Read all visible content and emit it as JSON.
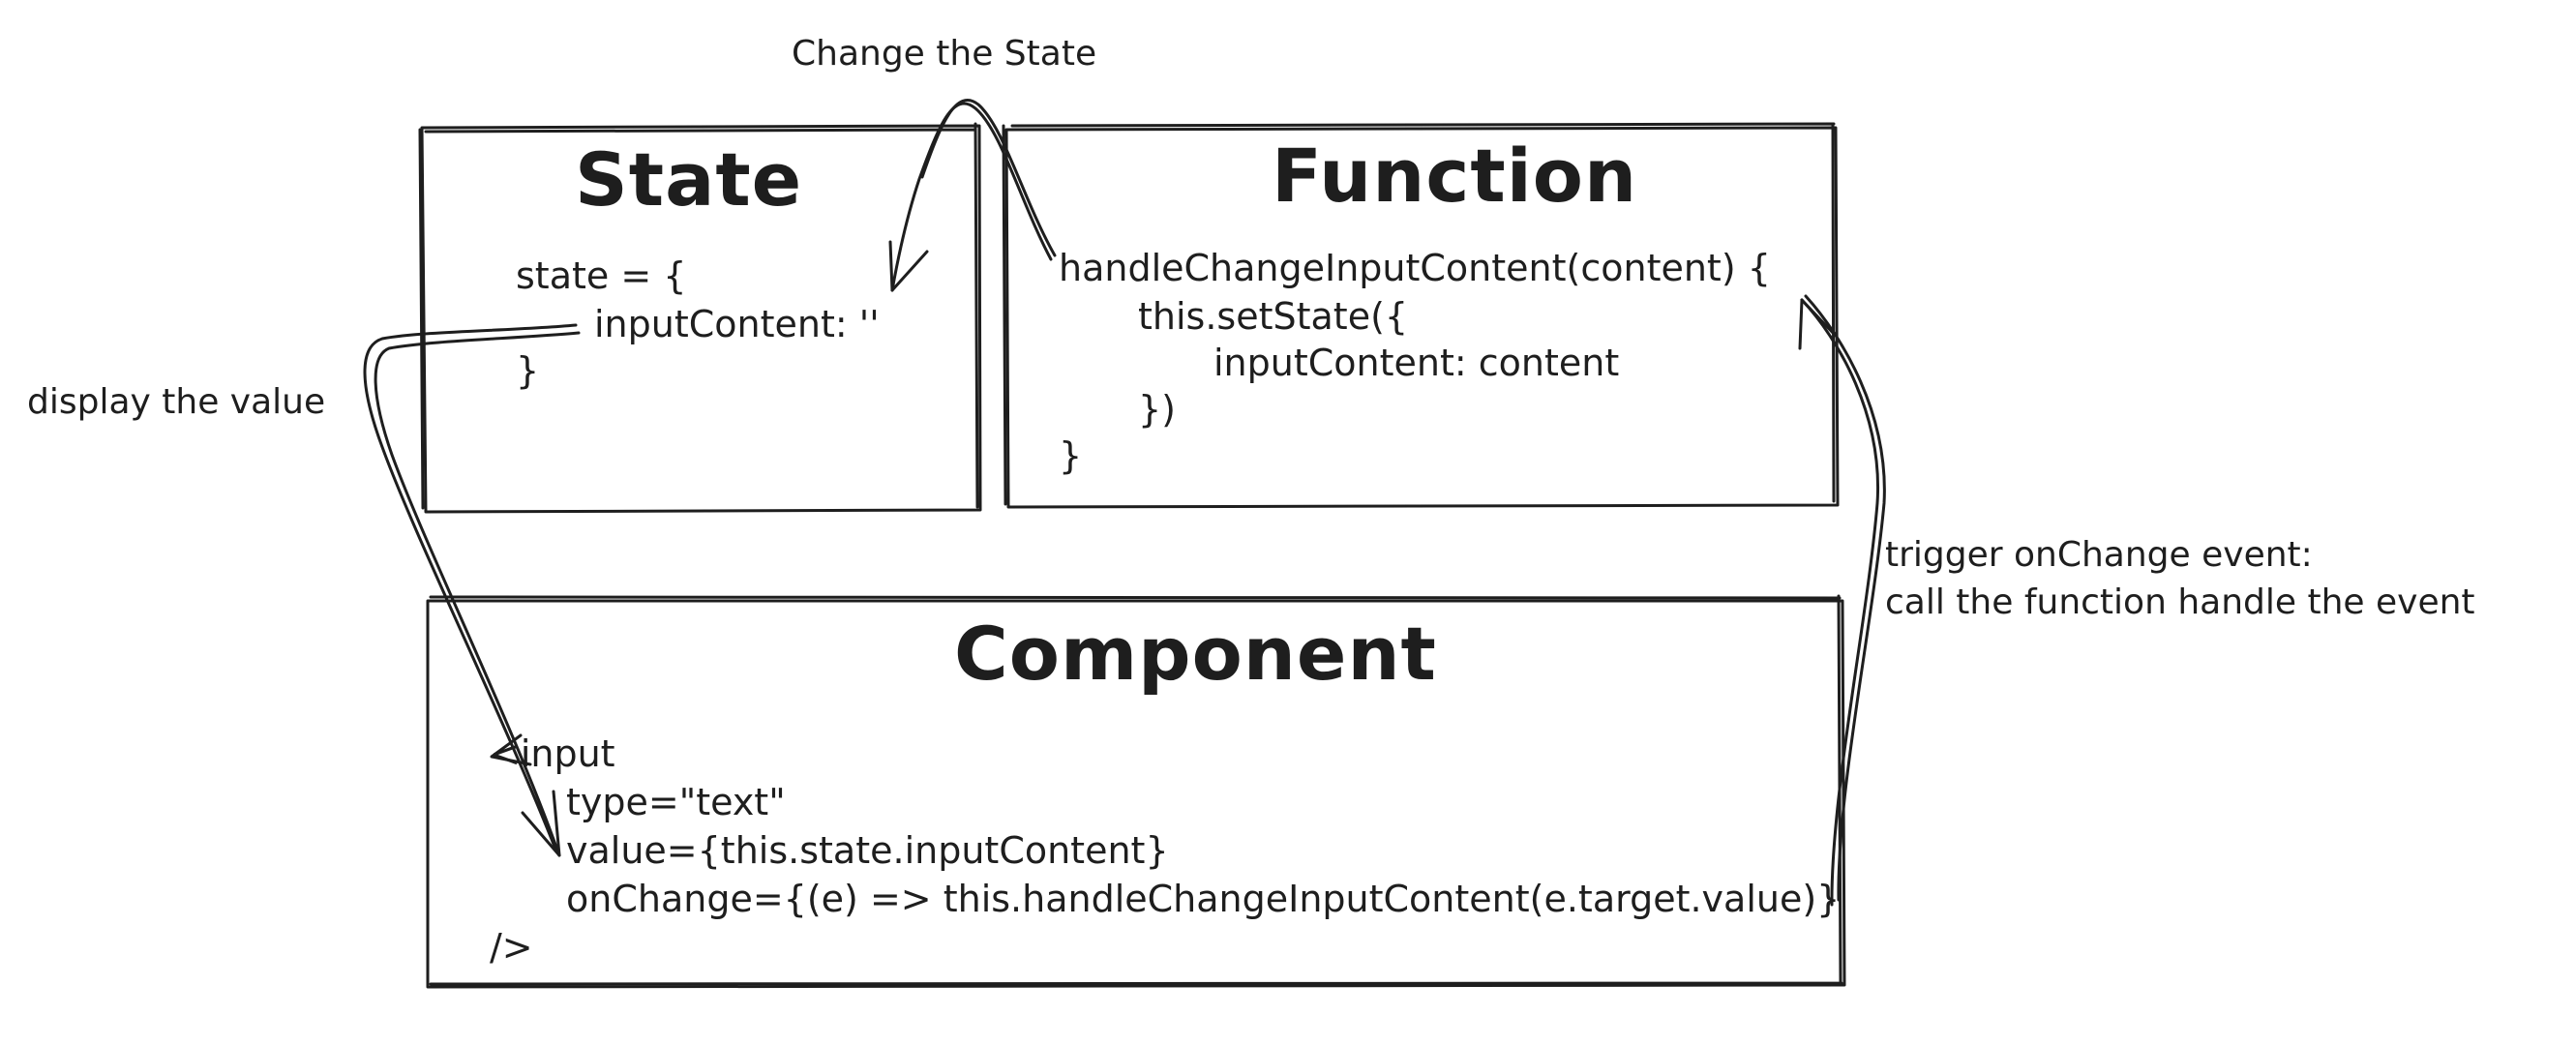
{
  "annotations": {
    "change_state": "Change the State",
    "display_value": "display the value",
    "trigger_line1": "trigger onChange event:",
    "trigger_line2": "call the function handle the event"
  },
  "state_box": {
    "title": "State",
    "code": [
      "state = {",
      "inputContent: ''",
      "}"
    ]
  },
  "function_box": {
    "title": "Function",
    "code": [
      "handleChangeInputContent(content) {",
      "this.setState({",
      "inputContent: content",
      "})",
      "}"
    ]
  },
  "component_box": {
    "title": "Component",
    "code": [
      "<input",
      "type=\"text\"",
      "value={this.state.inputContent}",
      "onChange={(e) => this.handleChangeInputContent(e.target.value)}",
      "/>"
    ]
  },
  "colors": {
    "ink": "#1e1e1e",
    "background": "#ffffff"
  }
}
